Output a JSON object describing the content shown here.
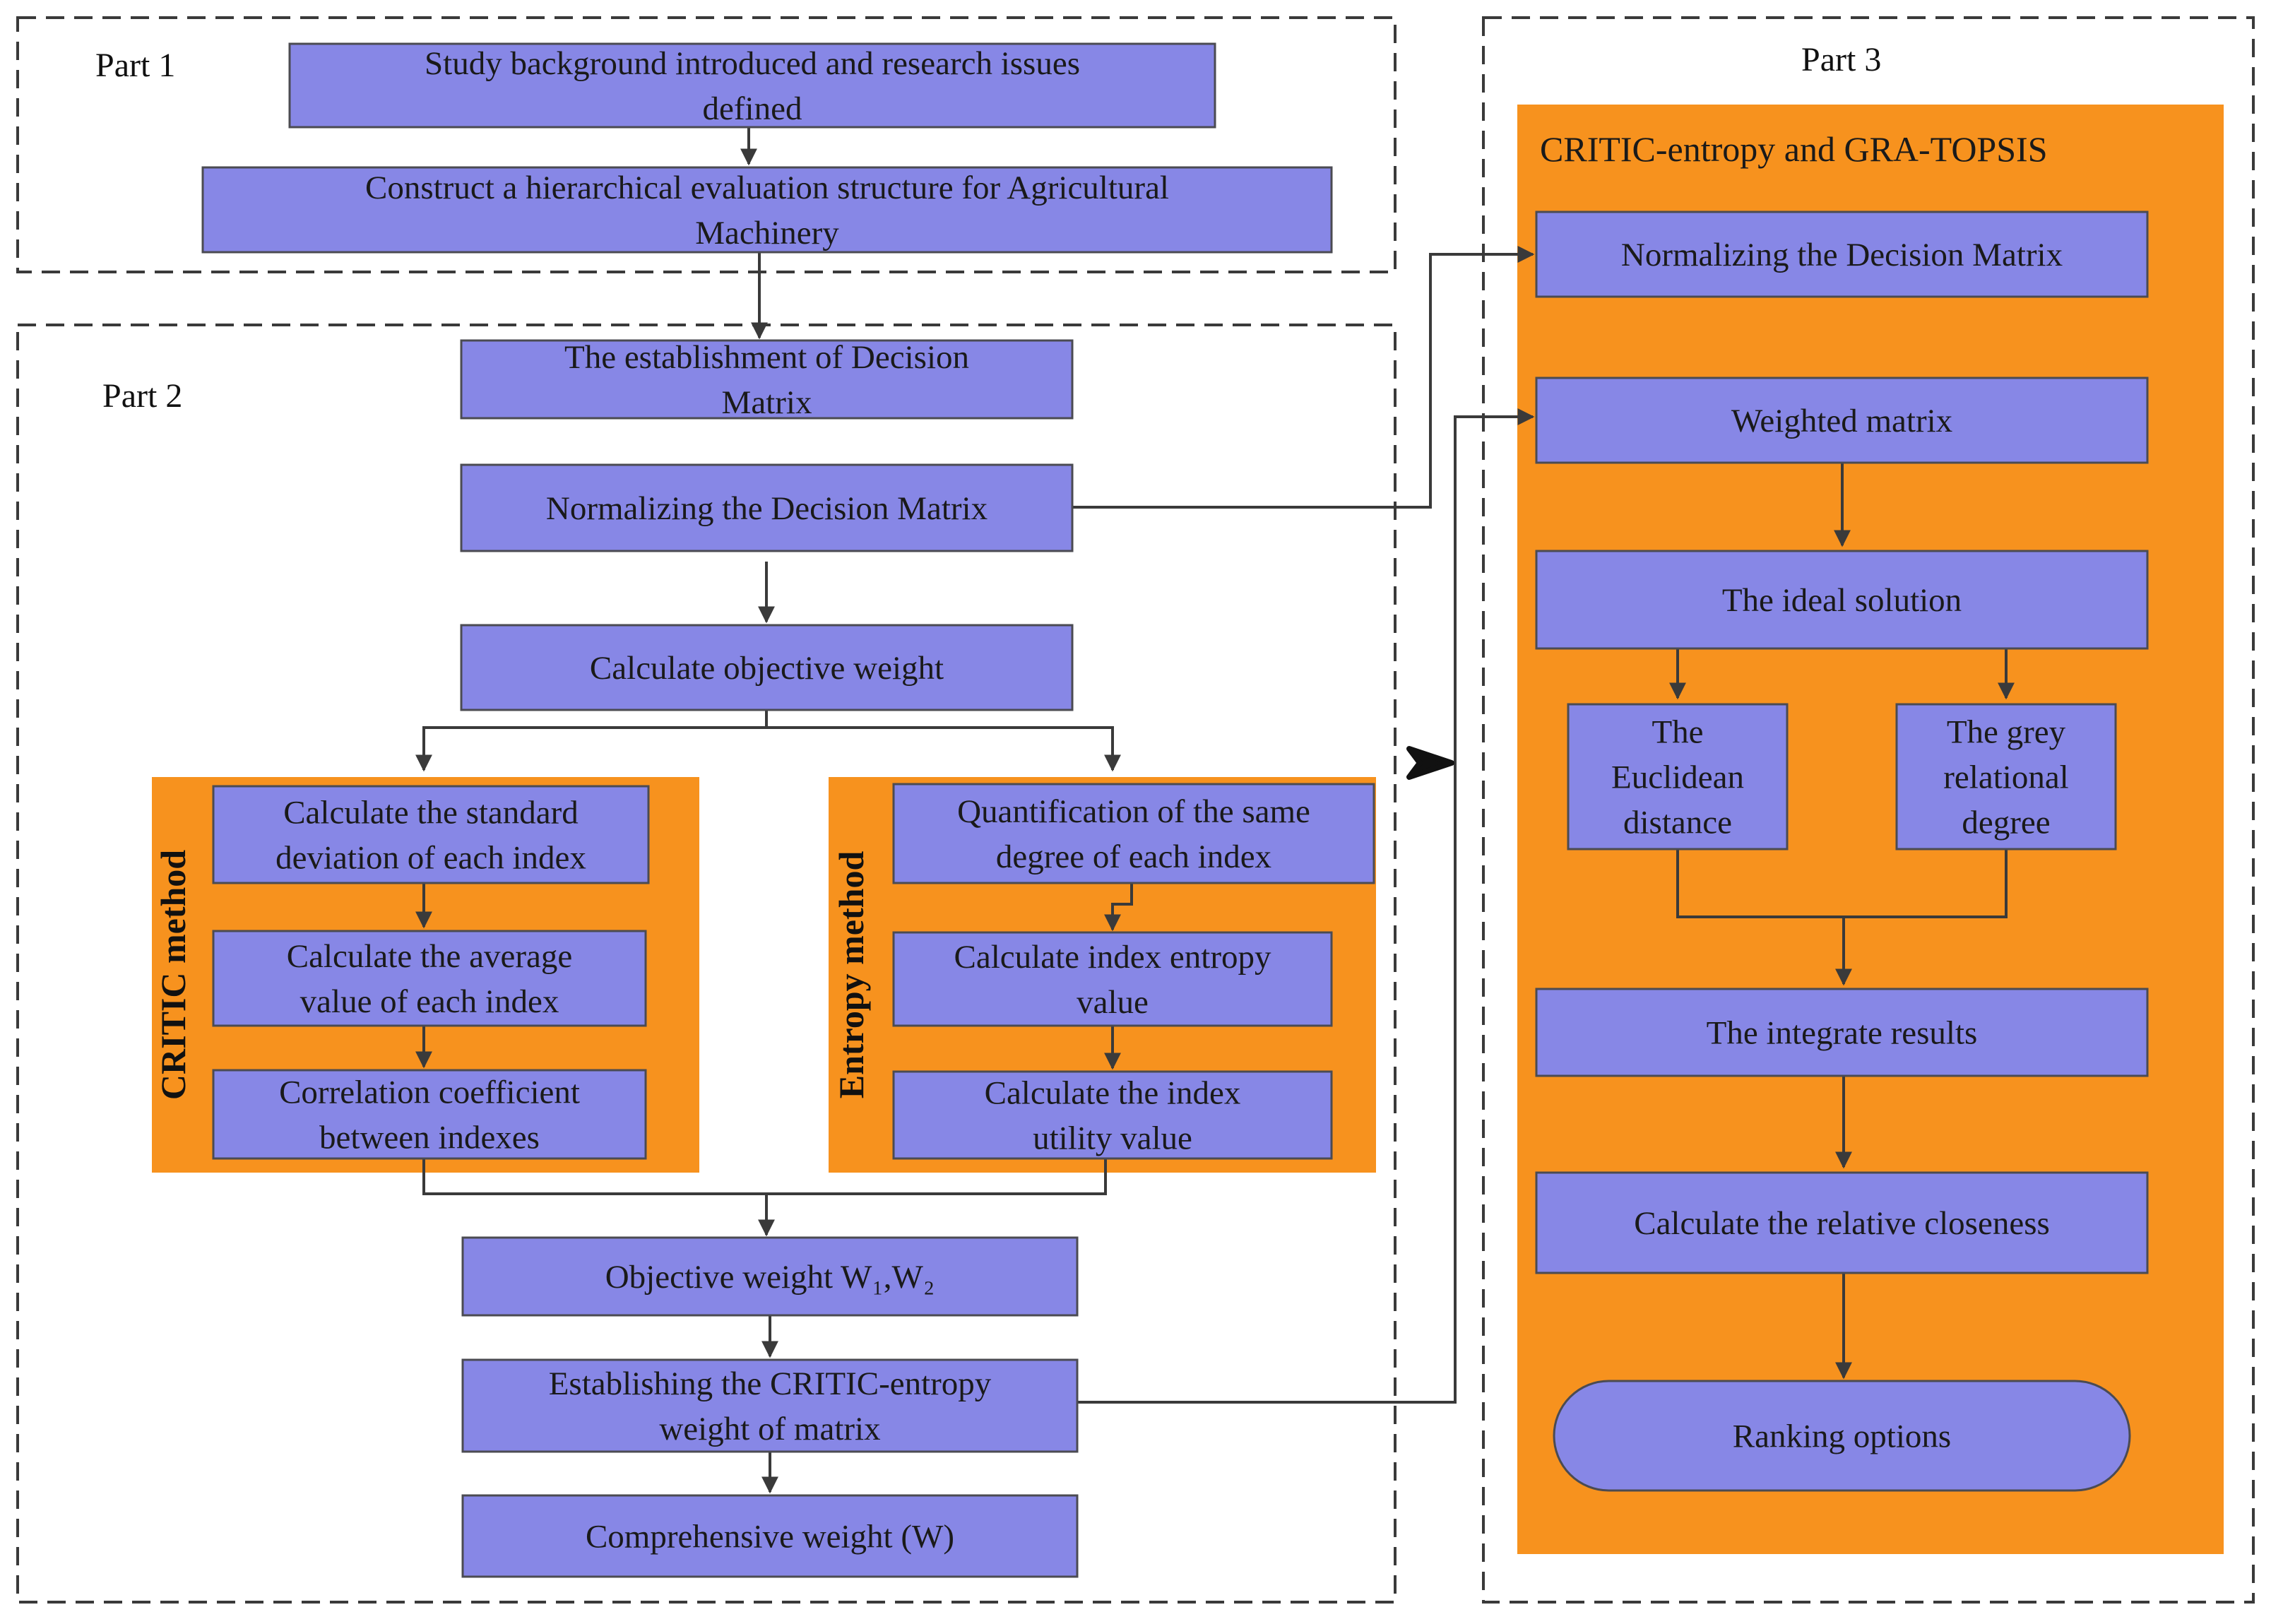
{
  "colors": {
    "box_fill": "#8787e6",
    "panel_orange": "#f7921e",
    "line": "#3a3a3a"
  },
  "parts": {
    "part1": "Part 1",
    "part2": "Part 2",
    "part3": "Part 3"
  },
  "part1": {
    "background": [
      "Study background introduced and research issues",
      "defined"
    ],
    "structure": [
      "Construct a hierarchical evaluation structure for Agricultural",
      "Machinery"
    ]
  },
  "part2": {
    "establish": [
      "The establishment of Decision",
      "Matrix"
    ],
    "normalize": [
      "Normalizing the Decision Matrix"
    ],
    "objective": [
      "Calculate objective weight"
    ],
    "critic_label": "CRITIC method",
    "critic_steps": [
      [
        "Calculate the standard",
        "deviation of each index"
      ],
      [
        "Calculate the average",
        "value of each index"
      ],
      [
        "Correlation coefficient",
        "between indexes"
      ]
    ],
    "entropy_label": "Entropy method",
    "entropy_steps": [
      [
        "Quantification of the same",
        "degree of each index"
      ],
      [
        "Calculate index entropy",
        "value"
      ],
      [
        "Calculate the index",
        "utility value"
      ]
    ],
    "objective_weight": [
      "Objective weight W₁,W₂"
    ],
    "critic_entropy": [
      "Establishing the CRITIC-entropy",
      "weight of matrix"
    ],
    "comprehensive": [
      "Comprehensive weight (W)"
    ]
  },
  "part3": {
    "title": "CRITIC-entropy  and GRA-TOPSIS",
    "normalize": [
      "Normalizing the Decision Matrix"
    ],
    "weighted": [
      "Weighted matrix"
    ],
    "ideal": [
      "The ideal solution"
    ],
    "euclidean": [
      "The",
      "Euclidean",
      "distance"
    ],
    "grey": [
      "The grey",
      "relational",
      "degree"
    ],
    "integrate": [
      "The integrate results"
    ],
    "closeness": [
      "Calculate the relative closeness"
    ],
    "ranking": [
      "Ranking options"
    ]
  },
  "icons": {
    "transition_arrow": "right-arrow-icon"
  }
}
